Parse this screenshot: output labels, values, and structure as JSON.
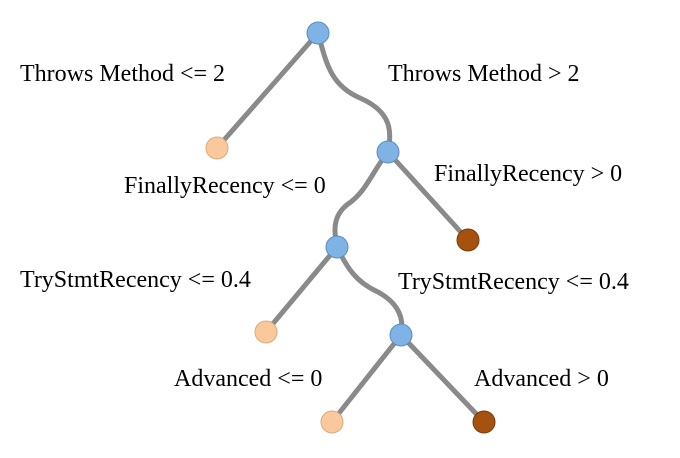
{
  "diagram": {
    "colors": {
      "edge": "#8a8a8a",
      "split_node": "#7fb2e5",
      "split_node_stroke": "#5b8cc2",
      "leaf_light": "#f9c89b",
      "leaf_light_stroke": "#e0a878",
      "leaf_dark": "#a5520f",
      "leaf_dark_stroke": "#7a3a08"
    },
    "nodes": [
      {
        "id": "root",
        "kind": "split"
      },
      {
        "id": "leaf-1",
        "kind": "leaf",
        "class": "light"
      },
      {
        "id": "split-2",
        "kind": "split"
      },
      {
        "id": "split-3",
        "kind": "split"
      },
      {
        "id": "leaf-2",
        "kind": "leaf",
        "class": "dark"
      },
      {
        "id": "leaf-3",
        "kind": "leaf",
        "class": "light"
      },
      {
        "id": "split-4",
        "kind": "split"
      },
      {
        "id": "leaf-4",
        "kind": "leaf",
        "class": "light"
      },
      {
        "id": "leaf-5",
        "kind": "leaf",
        "class": "dark"
      }
    ],
    "edges": [
      {
        "id": "e1",
        "from": "root",
        "to": "leaf-1",
        "label": "Throws Method <= 2"
      },
      {
        "id": "e2",
        "from": "root",
        "to": "split-2",
        "label": "Throws Method > 2"
      },
      {
        "id": "e3",
        "from": "split-2",
        "to": "split-3",
        "label": "FinallyRecency <= 0"
      },
      {
        "id": "e4",
        "from": "split-2",
        "to": "leaf-2",
        "label": "FinallyRecency > 0"
      },
      {
        "id": "e5",
        "from": "split-3",
        "to": "leaf-3",
        "label": "TryStmtRecency <= 0.4"
      },
      {
        "id": "e6",
        "from": "split-3",
        "to": "split-4",
        "label": "TryStmtRecency <= 0.4"
      },
      {
        "id": "e7",
        "from": "split-4",
        "to": "leaf-4",
        "label": "Advanced <= 0"
      },
      {
        "id": "e8",
        "from": "split-4",
        "to": "leaf-5",
        "label": "Advanced > 0"
      }
    ]
  }
}
